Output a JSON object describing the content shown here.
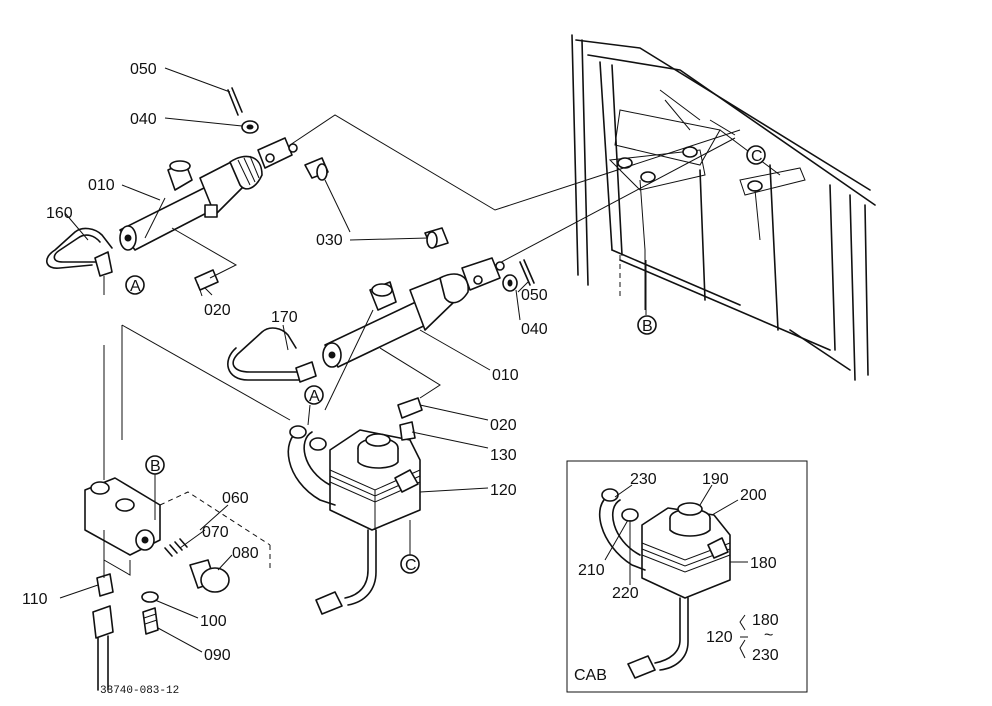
{
  "labels": {
    "p050a": "050",
    "p040a": "040",
    "p010a": "010",
    "p160": "160",
    "p030": "030",
    "p020a": "020",
    "p170": "170",
    "p050b": "050",
    "p040b": "040",
    "p010b": "010",
    "p020b": "020",
    "p130": "130",
    "p120": "120",
    "p060": "060",
    "p070": "070",
    "p080": "080",
    "p110": "110",
    "p100": "100",
    "p090": "090",
    "p230a": "230",
    "p190": "190",
    "p200": "200",
    "p210": "210",
    "p220": "220",
    "p180": "180",
    "p120b": "120",
    "p180b": "180",
    "p230b": "230",
    "tilde": "~",
    "cab": "CAB",
    "refA1": "A",
    "refA2": "A",
    "refB1": "B",
    "refB2": "B",
    "refC1": "C",
    "refC2": "C",
    "drawing_no": "33740-083-12"
  }
}
